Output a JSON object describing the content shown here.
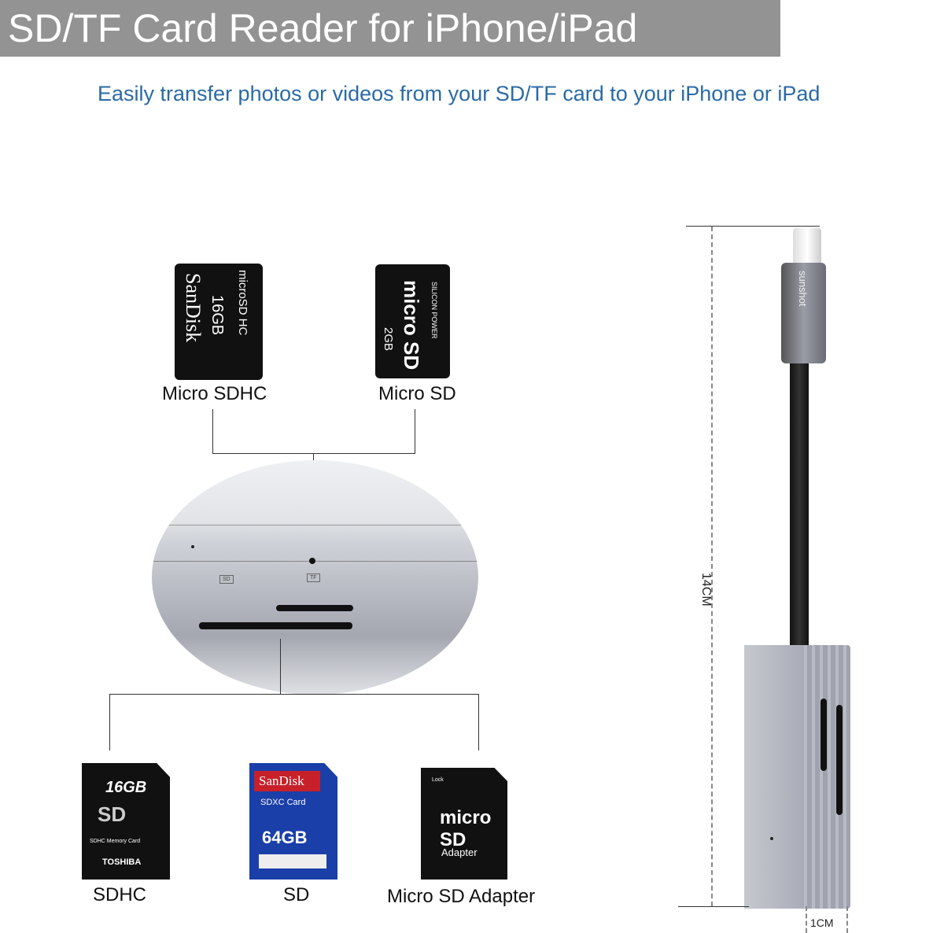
{
  "header": {
    "title": "SD/TF Card Reader for iPhone/iPad",
    "subtitle": "Easily transfer photos or videos from your SD/TF card to your iPhone or iPad",
    "banner_color": "#939393",
    "subtitle_color": "#2a6aa6"
  },
  "top_cards": [
    {
      "label": "Micro SDHC",
      "brand": "SanDisk",
      "capacity": "16GB",
      "type": "microSD HC"
    },
    {
      "label": "Micro SD",
      "brand": "SILICON POWER",
      "capacity": "2GB",
      "type": "micro SD"
    }
  ],
  "reader_closeup": {
    "slot_sd": "SD",
    "slot_tf": "TF"
  },
  "bottom_cards": [
    {
      "label": "SDHC",
      "brand": "TOSHIBA",
      "capacity": "16GB",
      "type": "SDHC Memory Card"
    },
    {
      "label": "SD",
      "brand": "SanDisk",
      "capacity": "64GB",
      "type": "SDXC Card"
    },
    {
      "label": "Micro SD Adapter",
      "type": "micro SD",
      "subtext": "Adapter",
      "lock": "Lock"
    }
  ],
  "product": {
    "brand": "sunshot",
    "length": "14CM",
    "width": "1CM"
  }
}
